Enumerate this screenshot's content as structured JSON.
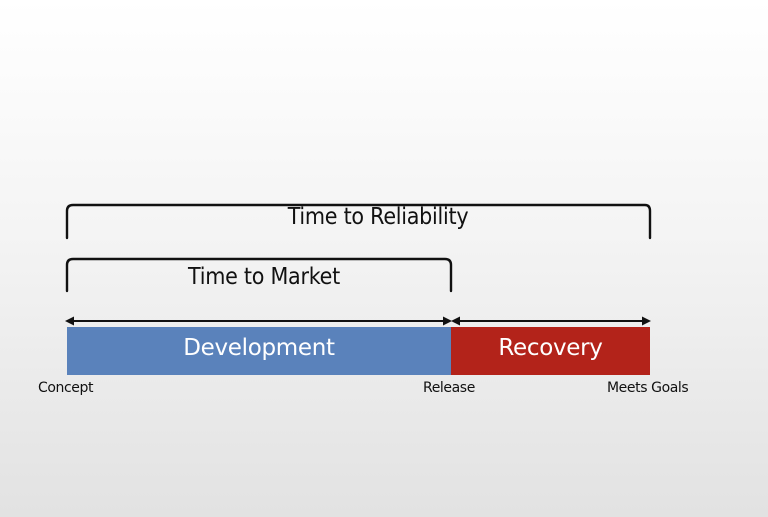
{
  "brackets": {
    "reliability": "Time to Reliability",
    "market": "Time to Market"
  },
  "phases": [
    {
      "label": "Development",
      "color": "#5a82bb"
    },
    {
      "label": "Recovery",
      "color": "#b3231a"
    }
  ],
  "milestones": [
    "Concept",
    "Release",
    "Meets Goals"
  ]
}
